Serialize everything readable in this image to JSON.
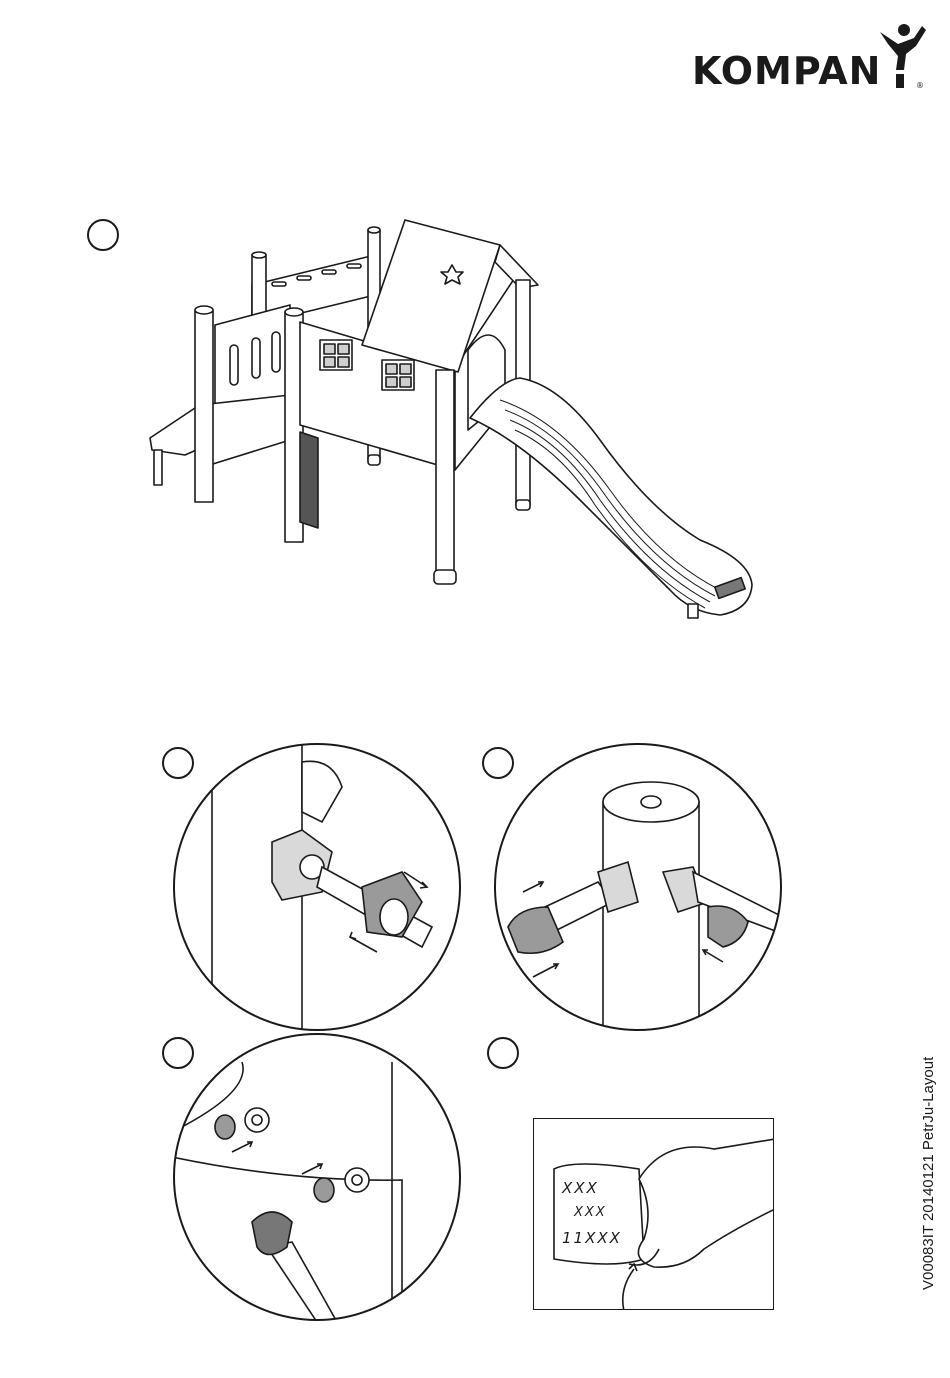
{
  "header": {
    "brand": "KOMPAN",
    "logo_icon": "kompan-jumping-figure-icon"
  },
  "steps": [
    {
      "id": "step-1",
      "label": "",
      "illustration": "playhouse-with-slide-illustration"
    },
    {
      "id": "step-2",
      "label": "",
      "illustration": "clamp-attach-detail"
    },
    {
      "id": "step-3",
      "label": "",
      "illustration": "post-clamp-detail"
    },
    {
      "id": "step-4",
      "label": "",
      "illustration": "hammer-caps-detail"
    },
    {
      "id": "step-5",
      "label": "",
      "illustration": "label-sticker-detail"
    }
  ],
  "sticker_text": [
    "XXX",
    "XXX",
    "11XXX"
  ],
  "footer": {
    "document_code": "V00083IT  20140121  PetrJu-Layout"
  }
}
